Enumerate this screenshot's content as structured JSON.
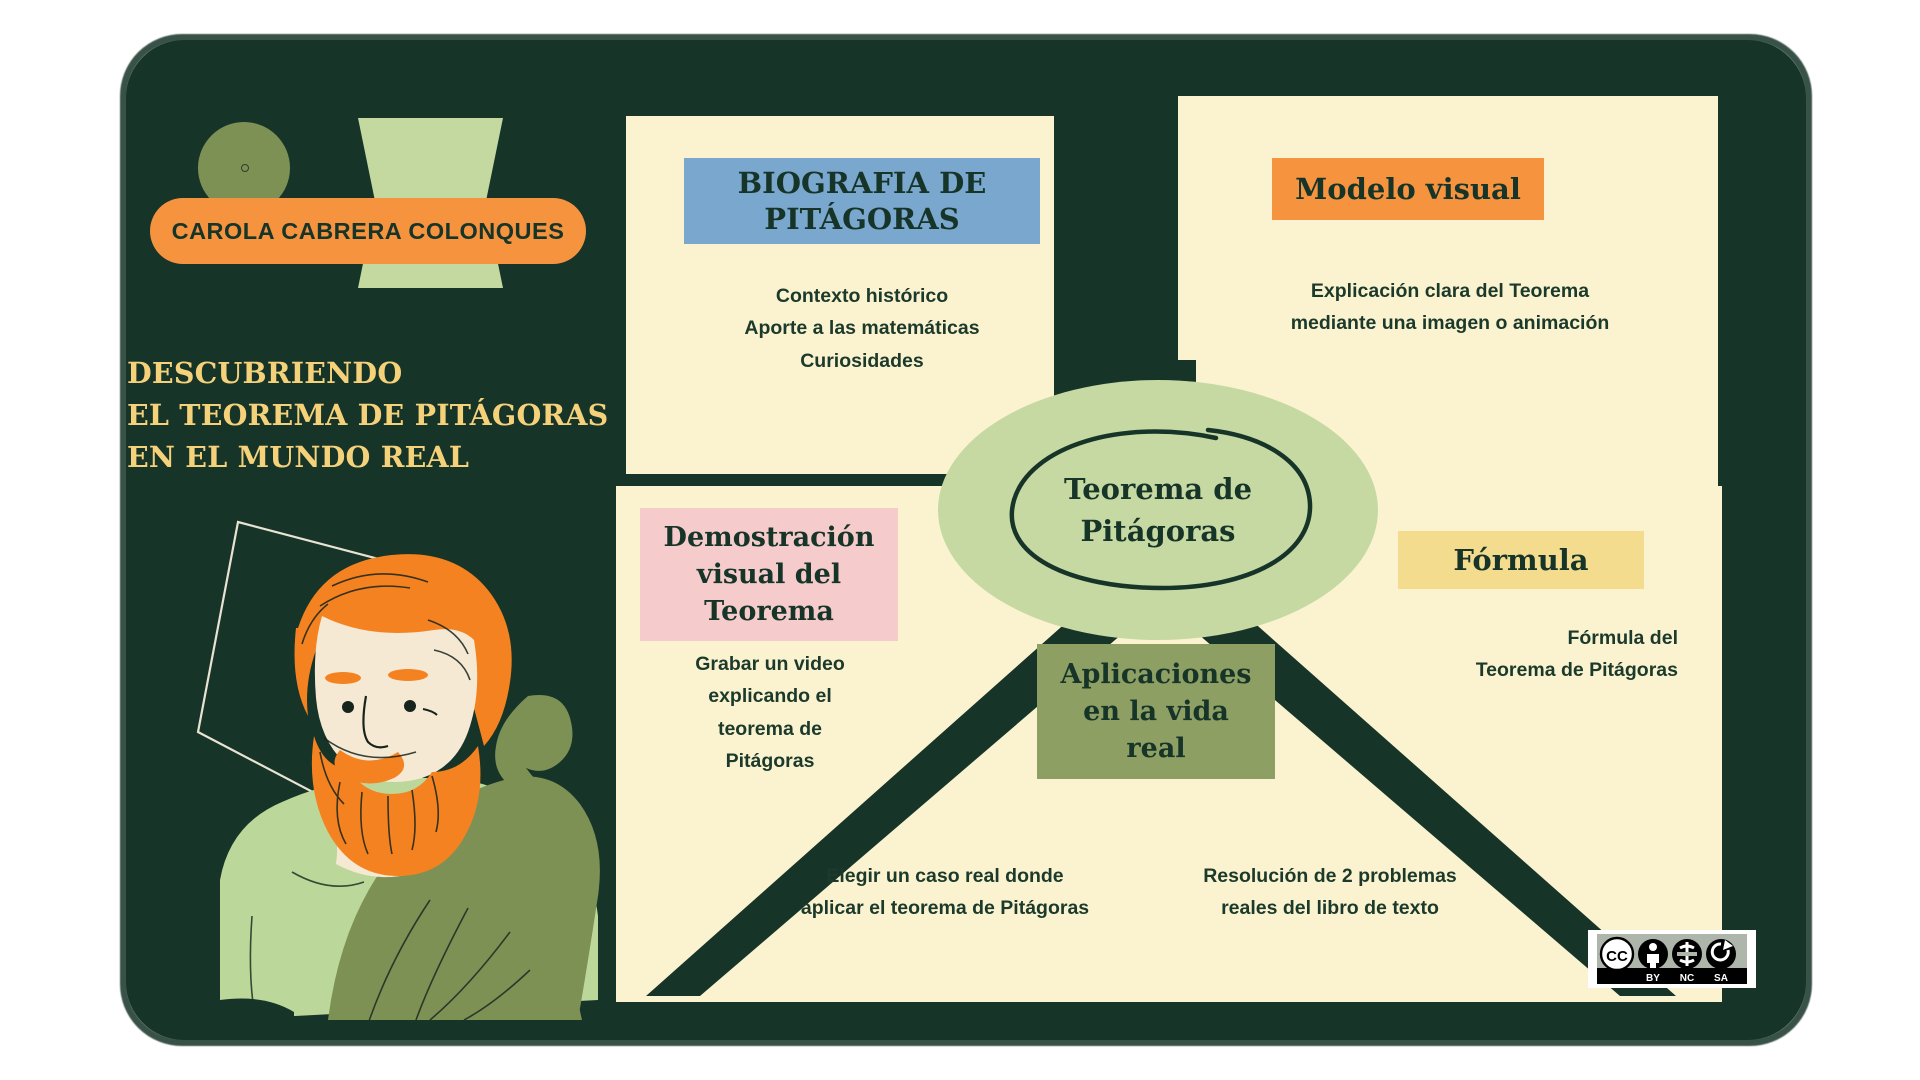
{
  "author": {
    "name": "CAROLA CABRERA COLONQUES"
  },
  "title": {
    "line1": "DESCUBRIENDO",
    "line2": "EL TEOREMA DE PITÁGORAS",
    "line3": "EN EL MUNDO REAL"
  },
  "center": {
    "line1": "Teorema de",
    "line2": "Pitágoras"
  },
  "cards": {
    "biografia": {
      "header": "BIOGRAFIA DE PITÁGORAS",
      "header_line1": "BIOGRAFIA DE",
      "header_line2": "PITÁGORAS",
      "body_line1": "Contexto histórico",
      "body_line2": "Aporte a las matemáticas",
      "body_line3": "Curiosidades",
      "color": "#7aa7cd"
    },
    "modelo_visual": {
      "header": "Modelo visual",
      "body_line1": "Explicación clara del Teorema",
      "body_line2": "mediante una imagen o animación",
      "color": "#f6933f"
    },
    "demostracion": {
      "header_line1": "Demostración",
      "header_line2": "visual del",
      "header_line3": "Teorema",
      "body_line1": "Grabar un video",
      "body_line2": "explicando el",
      "body_line3": "teorema de",
      "body_line4": "Pitágoras",
      "color": "#f6cbcb"
    },
    "aplicaciones": {
      "header_line1": "Aplicaciones",
      "header_line2": "en la vida",
      "header_line3": "real",
      "body_line1": "Elegir un caso real donde",
      "body_line2": "aplicar el teorema de Pitágoras",
      "color": "#8e9f64"
    },
    "formula": {
      "header": "Fórmula",
      "body_line1": "Fórmula del",
      "body_line2": "Teorema de Pitágoras",
      "color": "#f3dc8e"
    },
    "problemas": {
      "body_line1": "Resolución de 2 problemas",
      "body_line2": "reales del libro de texto"
    }
  },
  "license": {
    "cc": "CC",
    "by": "BY",
    "nc": "NC",
    "sa": "SA"
  },
  "palette": {
    "board_dark_green": "#173429",
    "cream": "#fbf3cf",
    "orange": "#f6933f",
    "light_green": "#c6d9a2",
    "olive": "#7e9155",
    "yellow_text": "#f5d279",
    "blue": "#7aa7cd",
    "pink": "#f6cbcb",
    "yellow": "#f3dc8e"
  }
}
